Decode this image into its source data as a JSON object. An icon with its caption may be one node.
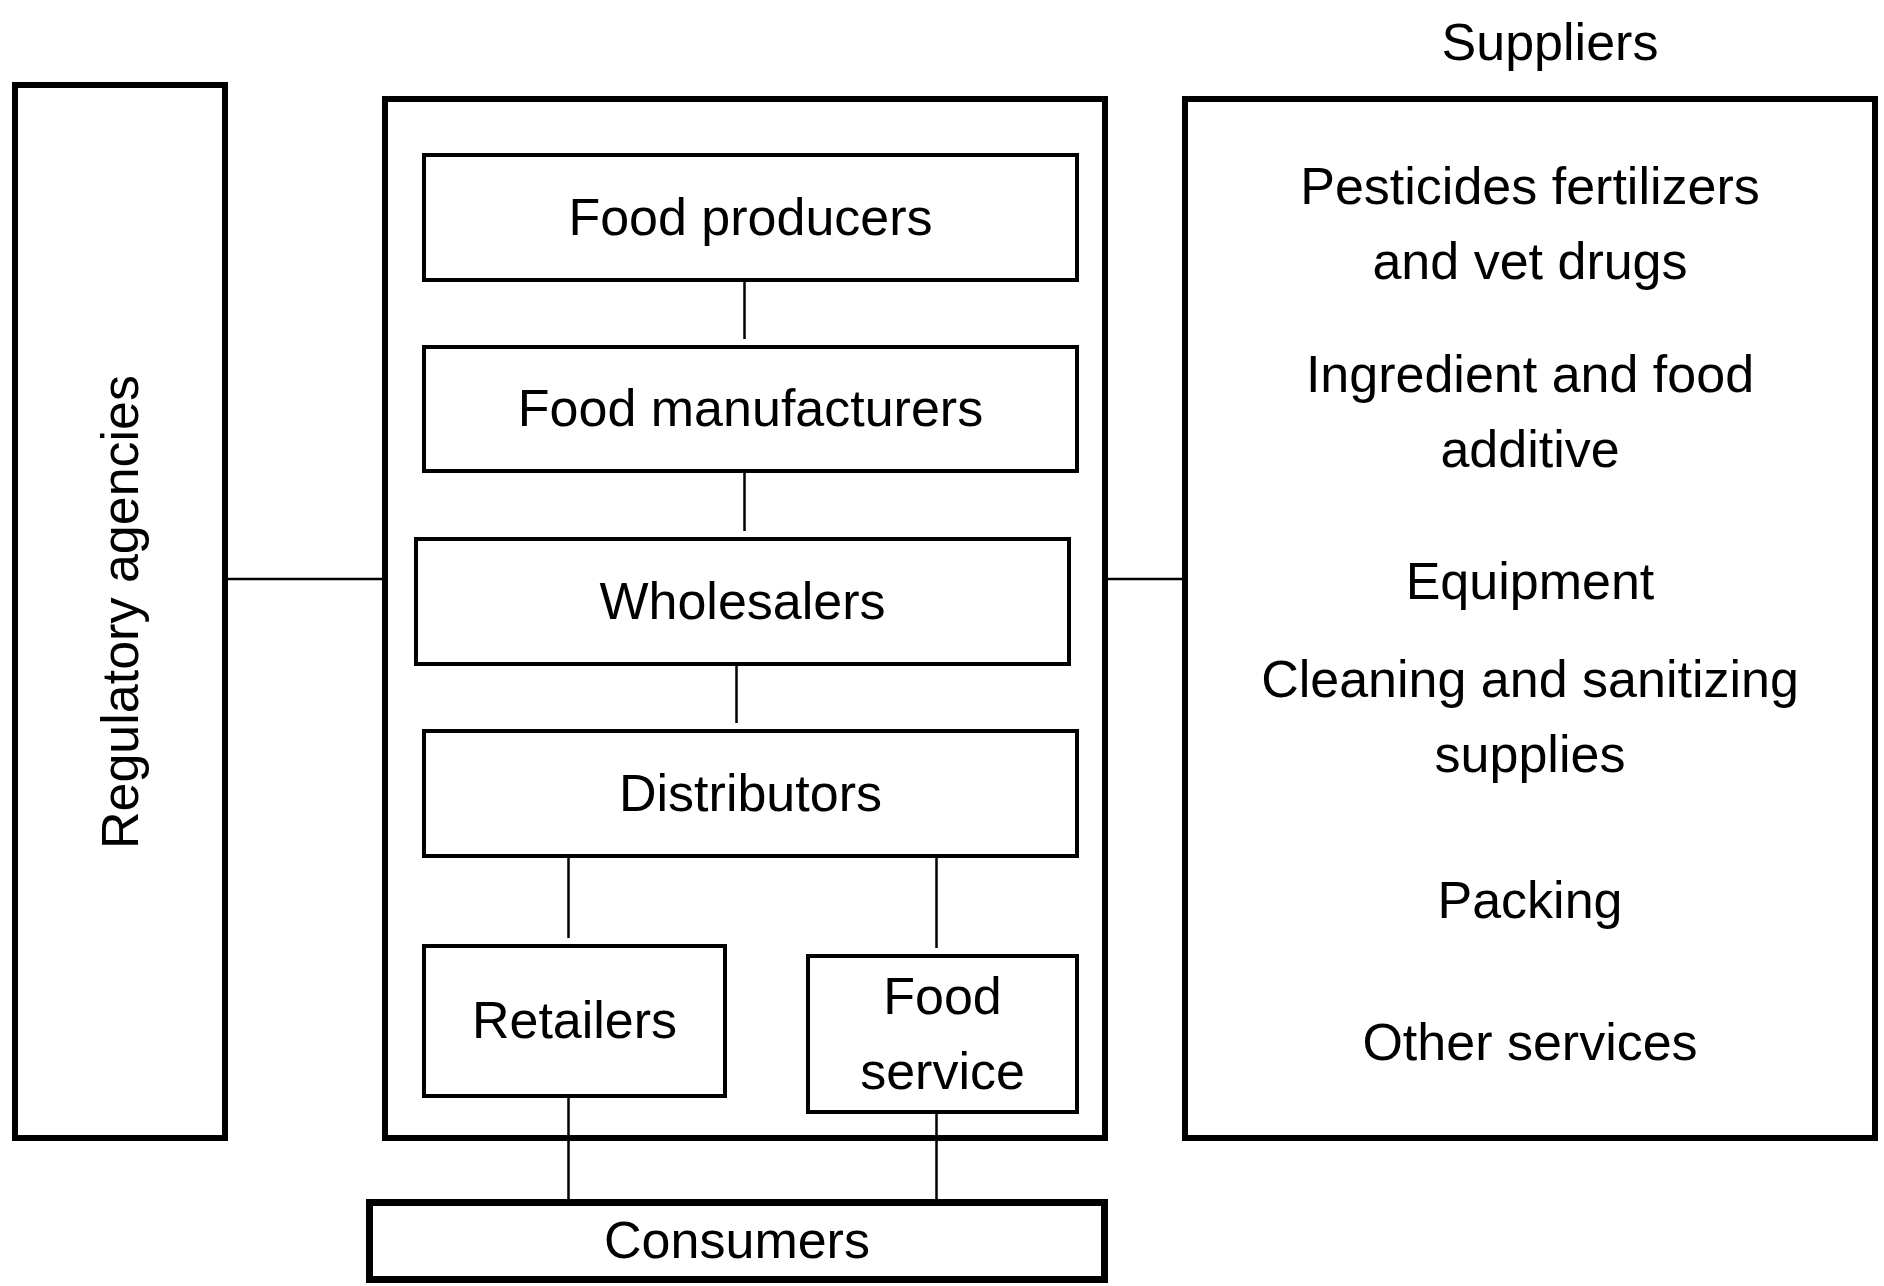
{
  "diagram": {
    "nodes": [
      {
        "text": [
          "Regulatory agencies"
        ]
      },
      {
        "text": [],
        "shape": "box"
      },
      {
        "text": [
          "Food producers"
        ],
        "in": 1
      },
      {
        "text": [
          "Food manufacturers"
        ],
        "in": 1
      },
      {
        "text": [
          "Wholesalers"
        ],
        "in": 1
      },
      {
        "text": [
          "Distributors"
        ],
        "in": 1
      },
      {
        "text": [
          "Retailers"
        ],
        "in": 1
      },
      {
        "text": [
          "Food service"
        ],
        "in": 1
      },
      {
        "text": [
          "Consumers"
        ]
      },
      {
        "text": [
          "Suppliers",
          "Pesticides fertilizers and vet drugs",
          "Ingredient and food additive",
          "Equipment",
          "Cleaning and sanitizing supplies",
          "Packing",
          "Other services"
        ]
      }
    ],
    "edges": [
      {
        "from": 0,
        "to": 1,
        "arrow": "none"
      },
      {
        "from": 1,
        "to": 9,
        "arrow": "none"
      },
      {
        "from": 2,
        "to": 3,
        "arrow": "none"
      },
      {
        "from": 3,
        "to": 4,
        "arrow": "none"
      },
      {
        "from": 4,
        "to": 5,
        "arrow": "none"
      },
      {
        "from": 5,
        "to": 6,
        "arrow": "none"
      },
      {
        "from": 5,
        "to": 7,
        "arrow": "none"
      },
      {
        "from": 6,
        "to": 8,
        "arrow": "none"
      },
      {
        "from": 7,
        "to": 8,
        "arrow": "none"
      }
    ]
  }
}
